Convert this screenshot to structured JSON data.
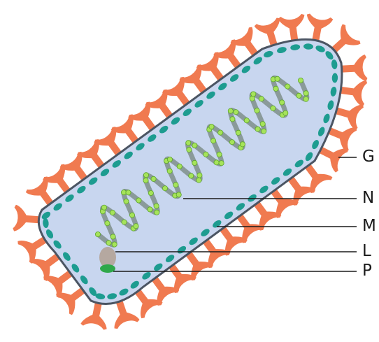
{
  "diagram": {
    "labels": [
      {
        "id": "g",
        "text": "G"
      },
      {
        "id": "n",
        "text": "N"
      },
      {
        "id": "m",
        "text": "M"
      },
      {
        "id": "l",
        "text": "L"
      },
      {
        "id": "p",
        "text": "P"
      }
    ],
    "colors": {
      "background": "#ffffff",
      "envelope_fill": "#c8d6ef",
      "envelope_stroke": "#4b5563",
      "glycoprotein": "#f07a50",
      "matrix_protein": "#1d9c90",
      "nucleocapsid_bead": "#a6e35a",
      "rna_strand": "#8a9a9a",
      "l_protein": "#b5a8a0",
      "p_protein": "#2fa84a",
      "leader_line": "#1a1a1a"
    },
    "icons": [
      "glycoprotein-spike-icon",
      "matrix-protein-icon",
      "nucleocapsid-icon",
      "l-protein-icon",
      "p-protein-icon"
    ]
  }
}
